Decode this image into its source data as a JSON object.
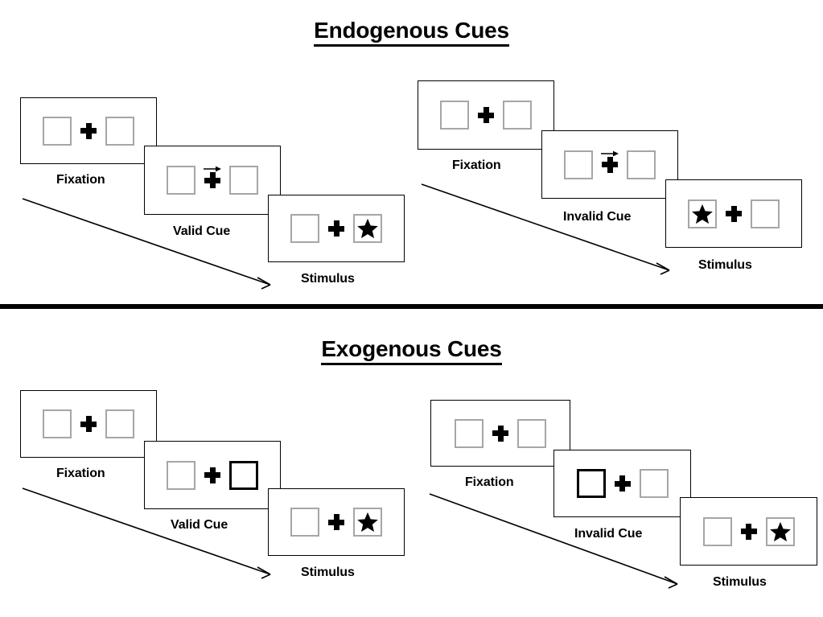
{
  "figure": {
    "title_top": "Endogenous Cues",
    "title_bottom": "Exogenous Cues"
  },
  "sections": [
    {
      "id": "endogenous",
      "title": "Endogenous Cues",
      "sequences": [
        {
          "id": "endogenous-valid",
          "side": "left",
          "frames": [
            {
              "caption": "Fixation",
              "left_box": "empty",
              "right_box": "empty",
              "cue": "none",
              "target": "none"
            },
            {
              "caption": "Valid Cue",
              "left_box": "empty",
              "right_box": "empty",
              "cue": "arrow-right",
              "target": "none"
            },
            {
              "caption": "Stimulus",
              "left_box": "empty",
              "right_box": "star",
              "cue": "none",
              "target": "right"
            }
          ]
        },
        {
          "id": "endogenous-invalid",
          "side": "right",
          "frames": [
            {
              "caption": "Fixation",
              "left_box": "empty",
              "right_box": "empty",
              "cue": "none",
              "target": "none"
            },
            {
              "caption": "Invalid Cue",
              "left_box": "empty",
              "right_box": "empty",
              "cue": "arrow-right",
              "target": "none"
            },
            {
              "caption": "Stimulus",
              "left_box": "star",
              "right_box": "empty",
              "cue": "none",
              "target": "left"
            }
          ]
        }
      ]
    },
    {
      "id": "exogenous",
      "title": "Exogenous Cues",
      "sequences": [
        {
          "id": "exogenous-valid",
          "side": "left",
          "frames": [
            {
              "caption": "Fixation",
              "left_box": "empty",
              "right_box": "empty",
              "cue": "none",
              "target": "none"
            },
            {
              "caption": "Valid Cue",
              "left_box": "empty",
              "right_box": "highlighted",
              "cue": "box-flash-right",
              "target": "none"
            },
            {
              "caption": "Stimulus",
              "left_box": "empty",
              "right_box": "star",
              "cue": "none",
              "target": "right"
            }
          ]
        },
        {
          "id": "exogenous-invalid",
          "side": "right",
          "frames": [
            {
              "caption": "Fixation",
              "left_box": "empty",
              "right_box": "empty",
              "cue": "none",
              "target": "none"
            },
            {
              "caption": "Invalid Cue",
              "left_box": "highlighted",
              "right_box": "empty",
              "cue": "box-flash-left",
              "target": "none"
            },
            {
              "caption": "Stimulus",
              "left_box": "empty",
              "right_box": "star",
              "cue": "none",
              "target": "right"
            }
          ]
        }
      ]
    }
  ],
  "colors": {
    "placeholder_box_border": "#a6a6a6",
    "cued_box_border": "#000000",
    "frame_border": "#000000",
    "text": "#000000",
    "background": "#ffffff",
    "divider": "#000000"
  },
  "icons": {
    "fixation_cross": "plus-cross-icon",
    "endogenous_cue": "arrow-right-icon",
    "target": "star-icon",
    "time_flow": "diagonal-arrow-icon",
    "section_divider": "horizontal-rule"
  }
}
